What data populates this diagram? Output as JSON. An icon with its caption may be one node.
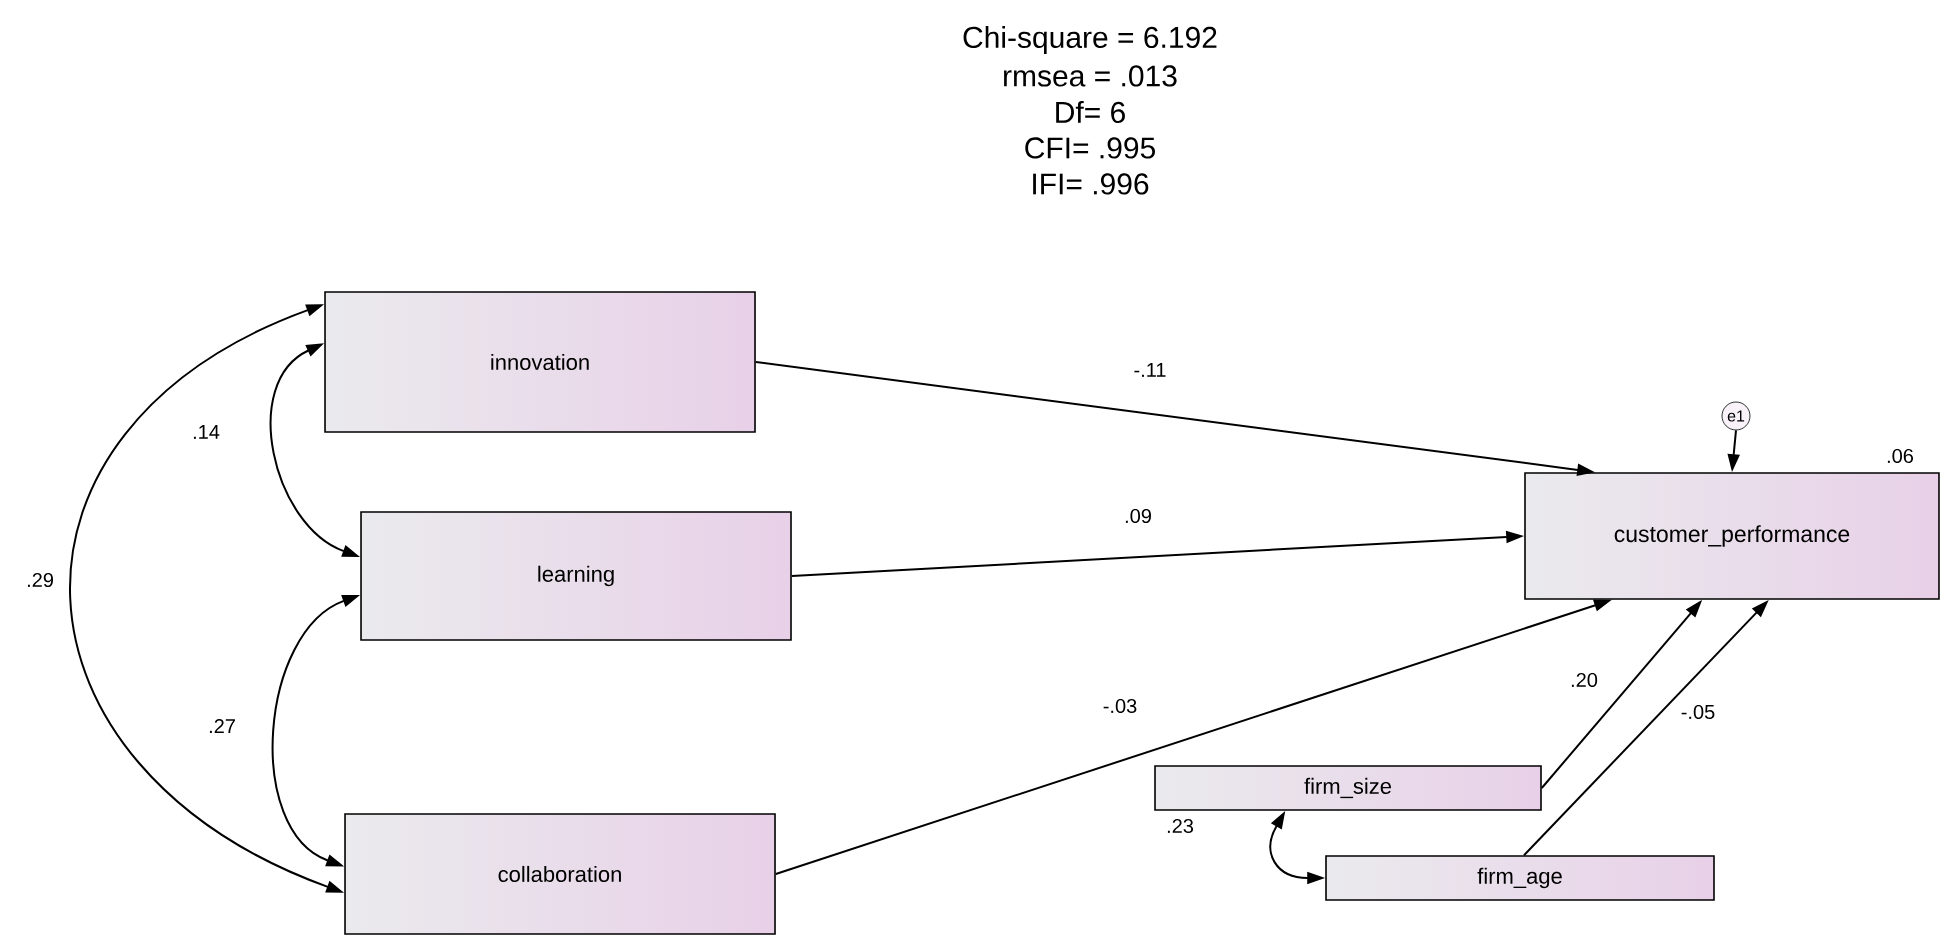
{
  "diagram": {
    "nodes": [
      {
        "text": [
          "innovation"
        ]
      },
      {
        "text": [
          "learning"
        ]
      },
      {
        "text": [
          "collaboration"
        ]
      },
      {
        "text": [
          "customer_performance"
        ],
        "beside": [
          ".06"
        ]
      },
      {
        "text": [
          "e1"
        ]
      },
      {
        "text": [
          "firm_size"
        ]
      },
      {
        "text": [
          "firm_age"
        ]
      }
    ],
    "edges": [
      {
        "from": 0,
        "to": 3,
        "arrow": "to",
        "label": "-.11"
      },
      {
        "from": 1,
        "to": 3,
        "arrow": "to",
        "label": ".09"
      },
      {
        "from": 2,
        "to": 3,
        "arrow": "to",
        "label": "-.03"
      },
      {
        "from": 4,
        "to": 3,
        "arrow": "to"
      },
      {
        "from": 5,
        "to": 3,
        "arrow": "to",
        "label": ".20"
      },
      {
        "from": 6,
        "to": 3,
        "arrow": "to",
        "label": "-.05"
      },
      {
        "from": 0,
        "to": 1,
        "arrow": "both",
        "label": ".14"
      },
      {
        "from": 1,
        "to": 2,
        "arrow": "both",
        "label": ".27"
      },
      {
        "from": 0,
        "to": 2,
        "arrow": "both",
        "label": ".29"
      },
      {
        "from": 5,
        "to": 6,
        "arrow": "both",
        "label": ".23"
      }
    ],
    "labels": [
      "Chi-square = 6.192",
      "rmsea = .013",
      "Df= 6",
      "CFI= .995",
      "IFI= .996"
    ]
  }
}
